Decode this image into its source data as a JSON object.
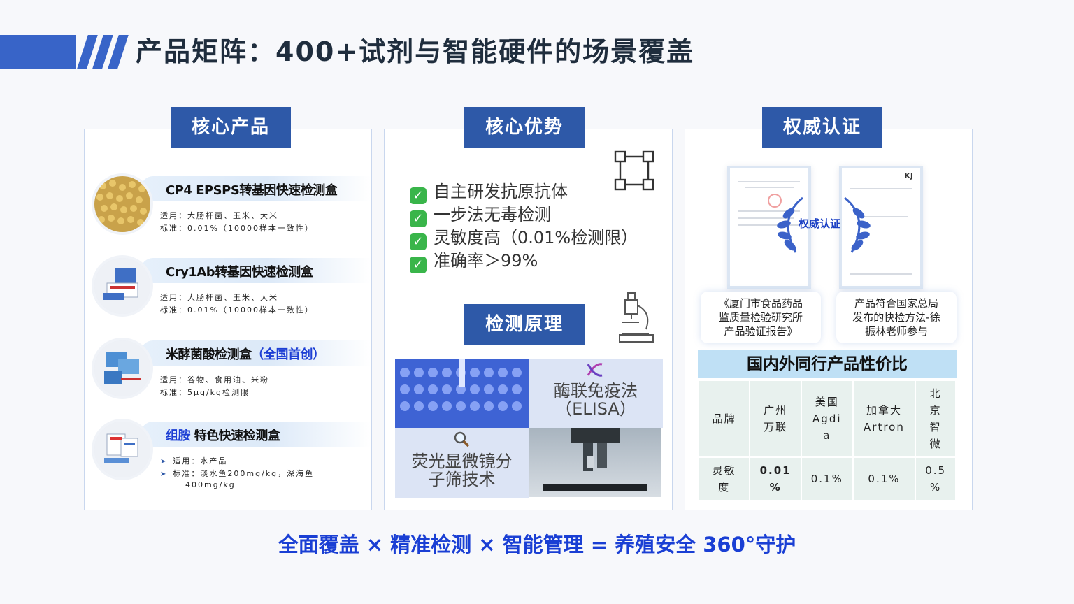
{
  "page": {
    "title": "产品矩阵：400+试剂与智能硬件的场景覆盖",
    "footer": "全面覆盖 × 精准检测 × 智能管理 = 养殖安全 360°守护"
  },
  "panels": {
    "core_products": {
      "title": "核心产品",
      "items": [
        {
          "name": "CP4 EPSPS转基因快速检测盒",
          "lines": [
            "适用：大肠杆菌、玉米、大米",
            "标准：0.01%（10000样本一致性）"
          ]
        },
        {
          "name": "Cry1Ab转基因快速检测盒",
          "lines": [
            "适用：大肠杆菌、玉米、大米",
            "标准：0.01%（10000样本一致性）"
          ]
        },
        {
          "name": "米酵菌酸检测盒",
          "name_highlight": "（全国首创）",
          "lines": [
            "适用：谷物、食用油、米粉",
            "标准：5μg/kg检测限"
          ]
        },
        {
          "name_prefix": "组胺",
          "name": " 特色快速检测盒",
          "lines": [
            "适用：水产品",
            "标准：淡水鱼200mg/kg，深海鱼",
            "400mg/kg"
          ]
        }
      ]
    },
    "core_advantages": {
      "title": "核心优势",
      "items": [
        "自主研发抗原抗体",
        "一步法无毒检测",
        "灵敏度高（0.01%检测限）",
        "准确率＞99%"
      ]
    },
    "principles": {
      "title": "检测原理",
      "elisa": [
        "酶联免疫法",
        "（ELISA）"
      ],
      "fluorescence": [
        "荧光显微镜分",
        "子筛技术"
      ]
    },
    "certification": {
      "title": "权威认证",
      "badge": "权威认证",
      "doc2_header": "KJ",
      "notes": [
        [
          "《厦门市食品药品",
          "监质量检验研究所",
          "产品验证报告》"
        ],
        [
          "产品符合国家总局",
          "发布的快检方法-徐",
          "振林老师参与"
        ]
      ],
      "compare_title": "国内外同行产品性价比",
      "compare_header": [
        [
          "品牌"
        ],
        [
          "广州",
          "万联"
        ],
        [
          "美国",
          "Agdi",
          "a"
        ],
        [
          "加拿大",
          "Artron"
        ],
        [
          "北",
          "京",
          "智",
          "微"
        ]
      ],
      "compare_row": [
        [
          "灵敏",
          "度"
        ],
        [
          "0.01",
          "%"
        ],
        [
          "0.1%"
        ],
        [
          "0.1%"
        ],
        [
          "0.5",
          "%"
        ]
      ]
    }
  },
  "colors": {
    "accent": "#2e59a8",
    "brand_blue": "#1a3fd4",
    "check_green": "#39b54a"
  }
}
